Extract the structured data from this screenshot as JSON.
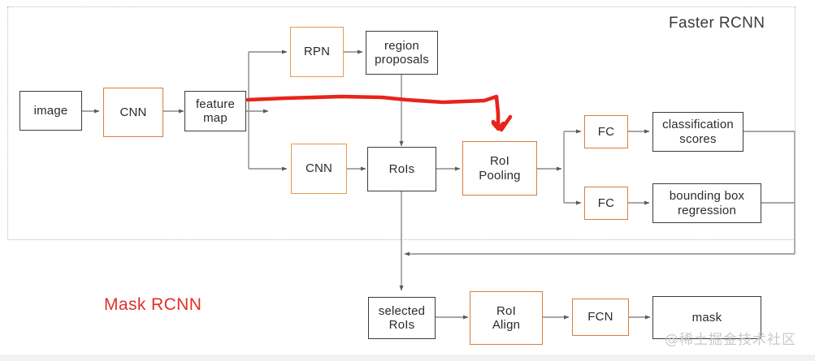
{
  "diagram": {
    "title_region": "Faster RCNN",
    "title_mask": "Mask RCNN",
    "watermark": "@稀土掘金技术社区",
    "colors": {
      "orange": "#d97c3f",
      "orange_light": "#e89a4e",
      "black": "#3c3c3c",
      "red": "#e8231a",
      "wire": "#8a8a8a",
      "dotted": "#b9b9b9"
    },
    "nodes": {
      "image": "image",
      "cnn_backbone": "CNN",
      "feature_map": "feature\nmap",
      "rpn": "RPN",
      "region_proposals": "region\nproposals",
      "cnn_second": "CNN",
      "rois": "RoIs",
      "roi_pooling": "RoI\nPooling",
      "fc_cls": "FC",
      "fc_reg": "FC",
      "classification_scores": "classification\nscores",
      "bounding_box_regression": "bounding box\nregression",
      "selected_rois": "selected\nRoIs",
      "roi_align": "RoI\nAlign",
      "fcn": "FCN",
      "mask": "mask"
    }
  }
}
